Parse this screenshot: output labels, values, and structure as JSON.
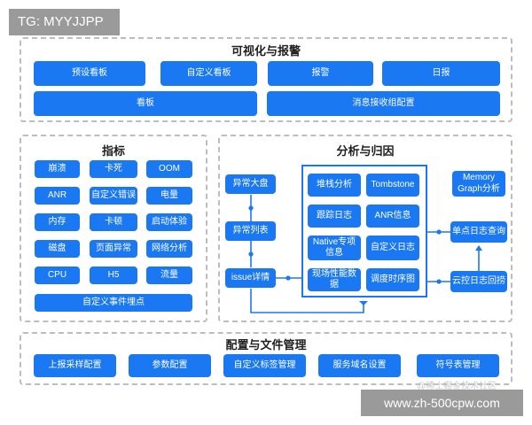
{
  "watermarks": {
    "top": "TG: MYYJJPP",
    "bottom": "www.zh-500cpw.com",
    "faint": "@稀土掘金技术社区"
  },
  "colors": {
    "accent": "#1a78f2",
    "panel_border": "#b9bdc4"
  },
  "viz": {
    "title": "可视化与报警",
    "buttons": [
      "预设看板",
      "自定义看板",
      "报警",
      "日报",
      "看板",
      "消息接收组配置"
    ]
  },
  "metrics": {
    "title": "指标",
    "buttons": [
      "崩溃",
      "卡死",
      "OOM",
      "ANR",
      "自定义错误",
      "电量",
      "内存",
      "卡顿",
      "启动体验",
      "磁盘",
      "页面异常",
      "网络分析",
      "CPU",
      "H5",
      "流量",
      "自定义事件埋点"
    ]
  },
  "analysis": {
    "title": "分析与归因",
    "flow": [
      "异常大盘",
      "异常列表",
      "issue详情"
    ],
    "inner": [
      "堆栈分析",
      "Tombstone",
      "跟踪日志",
      "ANR信息",
      "Native专项信息",
      "自定义日志",
      "现场性能数据",
      "调度时序图"
    ],
    "right": [
      "Memory Graph分析",
      "单点日志查询",
      "云控日志回捞"
    ]
  },
  "config": {
    "title": "配置与文件管理",
    "buttons": [
      "上报采样配置",
      "参数配置",
      "自定义标签管理",
      "服务域名设置",
      "符号表管理"
    ]
  }
}
